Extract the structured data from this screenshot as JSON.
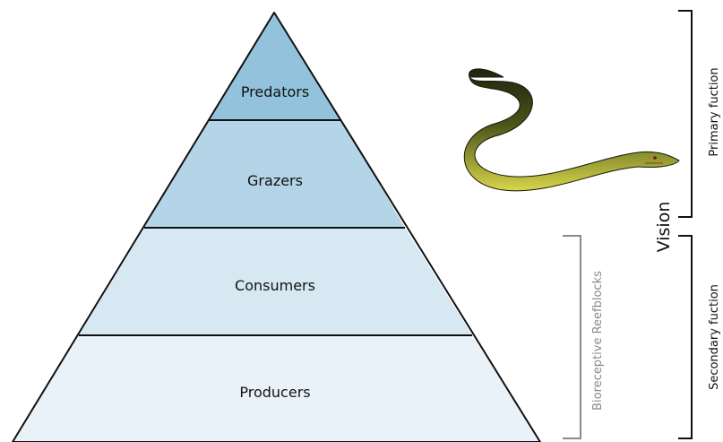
{
  "pyramid": {
    "tiers": [
      {
        "label": "Predators",
        "color": "#93c3dc"
      },
      {
        "label": "Grazers",
        "color": "#b4d4e7"
      },
      {
        "label": "Consumers",
        "color": "#d7e8f3"
      },
      {
        "label": "Producers",
        "color": "#e9f2f8"
      }
    ],
    "outline_color": "#111111"
  },
  "brackets": {
    "bioreceptive": {
      "label": "Bioreceptive Reefblocks",
      "color": "#8a8a8a"
    },
    "primary": {
      "label": "Primary fuction",
      "color": "#111111"
    },
    "secondary": {
      "label": "Secondary fuction",
      "color": "#111111"
    },
    "vision": {
      "label": "Vision",
      "color": "#111111"
    }
  },
  "illustration": {
    "icon": "eel-icon"
  }
}
